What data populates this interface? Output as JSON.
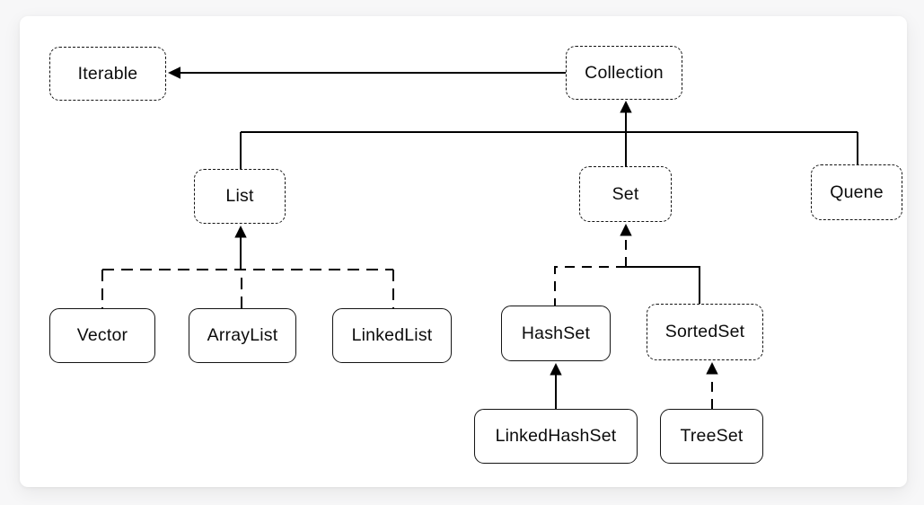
{
  "diagram": {
    "type": "class-hierarchy",
    "nodes": {
      "iterable": {
        "label": "Iterable",
        "border": "dashed"
      },
      "collection": {
        "label": "Collection",
        "border": "dashed"
      },
      "list": {
        "label": "List",
        "border": "dashed"
      },
      "set": {
        "label": "Set",
        "border": "dashed"
      },
      "quene": {
        "label": "Quene",
        "border": "dashed"
      },
      "vector": {
        "label": "Vector",
        "border": "solid"
      },
      "arraylist": {
        "label": "ArrayList",
        "border": "solid"
      },
      "linkedlist": {
        "label": "LinkedList",
        "border": "solid"
      },
      "hashset": {
        "label": "HashSet",
        "border": "solid"
      },
      "sortedset": {
        "label": "SortedSet",
        "border": "dashed"
      },
      "linkedhashset": {
        "label": "LinkedHashSet",
        "border": "solid"
      },
      "treeset": {
        "label": "TreeSet",
        "border": "solid"
      }
    },
    "edges": [
      {
        "from": "Collection",
        "to": "Iterable",
        "line": "solid",
        "arrow": true
      },
      {
        "from": "List",
        "to": "Collection",
        "line": "solid",
        "arrow": true
      },
      {
        "from": "Set",
        "to": "Collection",
        "line": "solid",
        "arrow": true
      },
      {
        "from": "Quene",
        "to": "Collection",
        "line": "solid",
        "arrow": true
      },
      {
        "from": "Vector",
        "to": "List",
        "line": "dashed",
        "arrow": true
      },
      {
        "from": "ArrayList",
        "to": "List",
        "line": "dashed",
        "arrow": true
      },
      {
        "from": "LinkedList",
        "to": "List",
        "line": "dashed",
        "arrow": true
      },
      {
        "from": "HashSet",
        "to": "Set",
        "line": "dashed",
        "arrow": true
      },
      {
        "from": "SortedSet",
        "to": "Set",
        "line": "solid",
        "arrow": true
      },
      {
        "from": "LinkedHashSet",
        "to": "HashSet",
        "line": "solid",
        "arrow": true
      },
      {
        "from": "TreeSet",
        "to": "SortedSet",
        "line": "dashed",
        "arrow": true
      }
    ],
    "colors": {
      "stroke": "#000000",
      "text": "#0c0c0c",
      "card_background": "#ffffff",
      "page_background": "#f7f7f8"
    }
  }
}
